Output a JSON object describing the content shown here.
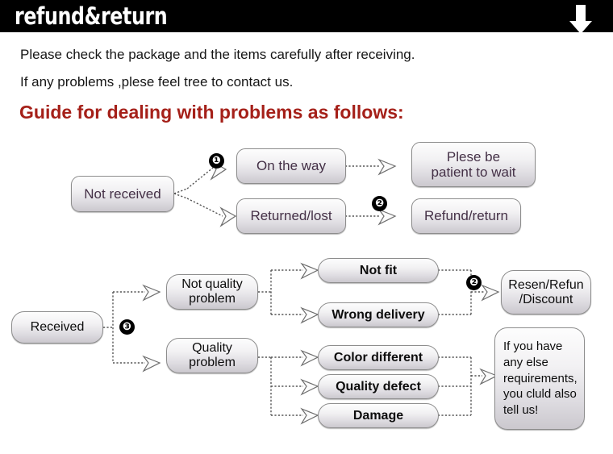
{
  "header": {
    "title": "refund&return",
    "arrow_icon": "down-arrow-icon",
    "background_color": "#000000",
    "text_color": "#ffffff"
  },
  "intro": {
    "line1": "Please check the package and the items carefully after receiving.",
    "line2": "If any problems ,plese feel tree to contact us."
  },
  "section_heading": {
    "text": "Guide for dealing with problems as follows:",
    "color": "#a52019"
  },
  "diagram_not_received": {
    "source": "Not received",
    "branches": [
      {
        "label": "On the way",
        "badge": "❶",
        "result": "Plese be\npatient to wait"
      },
      {
        "label": "Returned/lost",
        "badge": "❷",
        "result": "Refund/return"
      }
    ]
  },
  "diagram_received": {
    "source": "Received",
    "badge": "❸",
    "categories": [
      {
        "label": "Not quality\nproblem",
        "issues": [
          "Not fit",
          "Wrong delivery"
        ]
      },
      {
        "label": "Quality\nproblem",
        "issues": [
          "Color different",
          "Quality defect",
          "Damage"
        ]
      }
    ],
    "outcomes": [
      {
        "badge": "❷",
        "text": "Resen/Refun\n/Discount"
      },
      {
        "badge": "",
        "text": "If you have\nany else\nrequirements,\nyou cluld also\ntell us!"
      }
    ]
  },
  "badges": {
    "one": "❶",
    "two": "❷",
    "three": "❸"
  }
}
